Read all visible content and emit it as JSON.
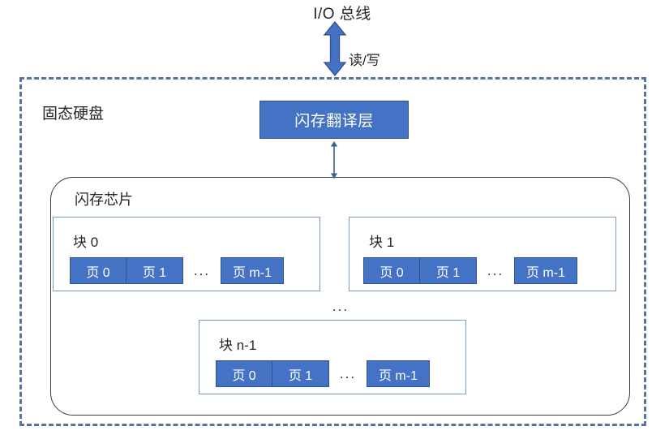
{
  "diagram": {
    "title": "I/O 总线",
    "bus": {
      "label": "I/O 总线",
      "arrow_name": "io-bus-double-arrow",
      "rw_label": "读/写"
    },
    "ssd": {
      "label": "固态硬盘",
      "border_style": "dashed",
      "border_color": "#55759B"
    },
    "ftl": {
      "label": "闪存翻译层",
      "fill_color": "#4472C4",
      "text_color": "#FFFFFF",
      "border_color": "#2F528F"
    },
    "ftl_link_arrow_name": "ftl-to-chip-double-arrow",
    "chip": {
      "label": "闪存芯片",
      "border_color": "#2E3E50"
    },
    "blocks_ellipsis": "...",
    "blocks": [
      {
        "label": "块 0",
        "pages": [
          "页 0",
          "页 1",
          "页 m-1"
        ],
        "ellipsis": "..."
      },
      {
        "label": "块 1",
        "pages": [
          "页 0",
          "页 1",
          "页 m-1"
        ],
        "ellipsis": "..."
      },
      {
        "label": "块 n-1",
        "pages": [
          "页 0",
          "页 1",
          "页 m-1"
        ],
        "ellipsis": "..."
      }
    ]
  }
}
